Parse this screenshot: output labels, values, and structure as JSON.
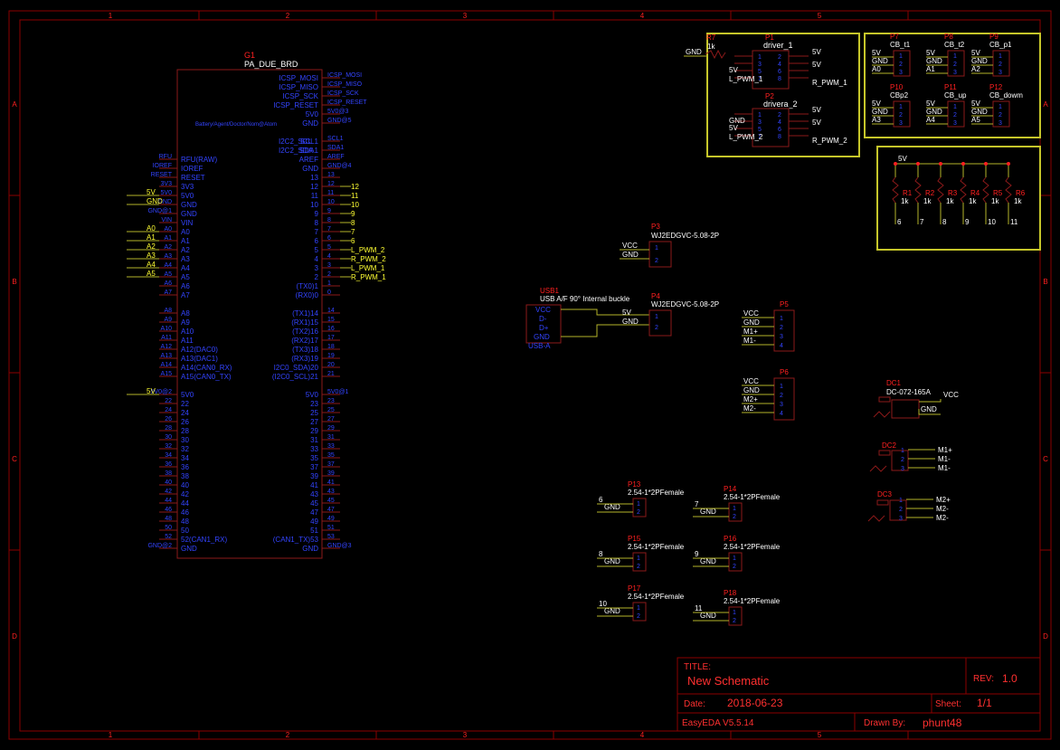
{
  "border": {
    "cols": [
      "1",
      "2",
      "3",
      "4",
      "5"
    ],
    "rows": [
      "A",
      "B",
      "C",
      "D"
    ]
  },
  "title_block": {
    "title_label": "TITLE:",
    "title": "New Schematic",
    "rev_label": "REV:",
    "rev": "1.0",
    "date_label": "Date:",
    "date": "2018-06-23",
    "sheet_label": "Sheet:",
    "sheet": "1/1",
    "tool": "EasyEDA V5.5.14",
    "drawn_label": "Drawn By:",
    "drawn_by": "phunt48"
  },
  "g1": {
    "ref": "G1",
    "value": "PA_DUE_BRD",
    "left_pins": [
      {
        "label": "RFU(RAW)",
        "num": "RFU",
        "net": ""
      },
      {
        "label": "IOREF",
        "num": "IOREF",
        "net": ""
      },
      {
        "label": "RESET",
        "num": "RESET",
        "net": ""
      },
      {
        "label": "3V3",
        "num": "3V3",
        "net": ""
      },
      {
        "label": "5V0",
        "num": "5V0",
        "net": "5V"
      },
      {
        "label": "GND",
        "num": "GND",
        "net": "GND"
      },
      {
        "label": "GND",
        "num": "GND@1",
        "net": ""
      },
      {
        "label": "VIN",
        "num": "VIN",
        "net": ""
      },
      {
        "label": "A0",
        "num": "A0",
        "net": "A0"
      },
      {
        "label": "A1",
        "num": "A1",
        "net": "A1"
      },
      {
        "label": "A2",
        "num": "A2",
        "net": "A2"
      },
      {
        "label": "A3",
        "num": "A3",
        "net": "A3"
      },
      {
        "label": "A4",
        "num": "A4",
        "net": "A4"
      },
      {
        "label": "A5",
        "num": "A5",
        "net": "A5"
      },
      {
        "label": "A6",
        "num": "A6",
        "net": ""
      },
      {
        "label": "A7",
        "num": "A7",
        "net": ""
      }
    ],
    "left_pins2": [
      {
        "label": "A8",
        "num": "A8"
      },
      {
        "label": "A9",
        "num": "A9"
      },
      {
        "label": "A10",
        "num": "A10"
      },
      {
        "label": "A11",
        "num": "A11"
      },
      {
        "label": "A12(DAC0)",
        "num": "A12"
      },
      {
        "label": "A13(DAC1)",
        "num": "A13"
      },
      {
        "label": "A14(CAN0_RX)",
        "num": "A14"
      },
      {
        "label": "A15(CAN0_TX)",
        "num": "A15"
      }
    ],
    "left_pins3": [
      {
        "label": "5V0",
        "num": "5V0@2",
        "net": "5V"
      },
      {
        "label": "22",
        "num": "22",
        "net": ""
      },
      {
        "label": "24",
        "num": "24",
        "net": ""
      },
      {
        "label": "26",
        "num": "26",
        "net": ""
      },
      {
        "label": "28",
        "num": "28",
        "net": ""
      },
      {
        "label": "30",
        "num": "30",
        "net": ""
      },
      {
        "label": "32",
        "num": "32",
        "net": ""
      },
      {
        "label": "34",
        "num": "34",
        "net": ""
      },
      {
        "label": "36",
        "num": "36",
        "net": ""
      },
      {
        "label": "38",
        "num": "38",
        "net": ""
      },
      {
        "label": "40",
        "num": "40",
        "net": ""
      },
      {
        "label": "42",
        "num": "42",
        "net": ""
      },
      {
        "label": "44",
        "num": "44",
        "net": ""
      },
      {
        "label": "46",
        "num": "46",
        "net": ""
      },
      {
        "label": "48",
        "num": "48",
        "net": ""
      },
      {
        "label": "50",
        "num": "50",
        "net": ""
      },
      {
        "label": "52(CAN1_RX)",
        "num": "52",
        "net": ""
      },
      {
        "label": "GND",
        "num": "GND@2",
        "net": ""
      }
    ],
    "right_top": [
      {
        "label": "ICSP_MOSI",
        "num": "ICSP_MOSI"
      },
      {
        "label": "ICSP_MISO",
        "num": "ICSP_MISO"
      },
      {
        "label": "ICSP_SCK",
        "num": "ICSP_SCK"
      },
      {
        "label": "ICSP_RESET",
        "num": "ICSP_RESET"
      },
      {
        "label": "5V0",
        "num": "5V0@3"
      },
      {
        "label": "GND",
        "num": "GND@5"
      }
    ],
    "note": "Battery/Agent/Doctor/Nom@Atom",
    "right_pins": [
      {
        "label": "SCL1",
        "num": "SCL1",
        "net": ""
      },
      {
        "label": "SDA1",
        "num": "SDA1",
        "net": ""
      },
      {
        "label": "AREF",
        "num": "AREF",
        "net": ""
      },
      {
        "label": "GND",
        "num": "GND@4",
        "net": ""
      },
      {
        "label": "13",
        "num": "13",
        "net": ""
      },
      {
        "label": "12",
        "num": "12",
        "net": "12"
      },
      {
        "label": "11",
        "num": "11",
        "net": "11"
      },
      {
        "label": "10",
        "num": "10",
        "net": "10"
      },
      {
        "label": "9",
        "num": "9",
        "net": "9"
      },
      {
        "label": "8",
        "num": "8",
        "net": "8"
      },
      {
        "label": "7",
        "num": "7",
        "net": "7"
      },
      {
        "label": "6",
        "num": "6",
        "net": "6"
      },
      {
        "label": "5",
        "num": "5",
        "net": "L_PWM_2"
      },
      {
        "label": "4",
        "num": "4",
        "net": "R_PWM_2"
      },
      {
        "label": "3",
        "num": "3",
        "net": "L_PWM_1"
      },
      {
        "label": "2",
        "num": "2",
        "net": "R_PWM_1"
      },
      {
        "label": "(TX0)1",
        "num": "1",
        "net": ""
      },
      {
        "label": "(RX0)0",
        "num": "0",
        "net": ""
      }
    ],
    "right_i2c": [
      "I2C2_SCL",
      "I2C2_SDA"
    ],
    "right_pins2": [
      {
        "label": "(TX1)14",
        "num": "14"
      },
      {
        "label": "(RX1)15",
        "num": "15"
      },
      {
        "label": "(TX2)16",
        "num": "16"
      },
      {
        "label": "(RX2)17",
        "num": "17"
      },
      {
        "label": "(TX3)18",
        "num": "18"
      },
      {
        "label": "(RX3)19",
        "num": "19"
      },
      {
        "label": "I2C0_SDA)20",
        "num": "20"
      },
      {
        "label": "(I2C0_SCL)21",
        "num": "21"
      }
    ],
    "right_pins3": [
      {
        "label": "5V0",
        "num": "5V0@1"
      },
      {
        "label": "23",
        "num": "23"
      },
      {
        "label": "25",
        "num": "25"
      },
      {
        "label": "27",
        "num": "27"
      },
      {
        "label": "29",
        "num": "29"
      },
      {
        "label": "31",
        "num": "31"
      },
      {
        "label": "33",
        "num": "33"
      },
      {
        "label": "35",
        "num": "35"
      },
      {
        "label": "37",
        "num": "37"
      },
      {
        "label": "39",
        "num": "39"
      },
      {
        "label": "41",
        "num": "41"
      },
      {
        "label": "43",
        "num": "43"
      },
      {
        "label": "45",
        "num": "45"
      },
      {
        "label": "47",
        "num": "47"
      },
      {
        "label": "49",
        "num": "49"
      },
      {
        "label": "51",
        "num": "51"
      },
      {
        "label": "(CAN1_TX)53",
        "num": "53"
      },
      {
        "label": "GND",
        "num": "GND@3"
      }
    ]
  },
  "drivers": {
    "r7": {
      "ref": "R7",
      "value": "1k",
      "net": "GND"
    },
    "p1": {
      "ref": "P1",
      "value": "driver_1",
      "left_nets": [
        "",
        "5V",
        "L_PWM_1"
      ],
      "right_nets": [
        "5V",
        "5V",
        "R_PWM_1"
      ],
      "pins_left": [
        "1",
        "3",
        "5",
        "7"
      ],
      "pins_right": [
        "2",
        "4",
        "6",
        "8"
      ]
    },
    "p2": {
      "ref": "P2",
      "value": "drivera_2",
      "left_nets": [
        "GND",
        "5V",
        "L_PWM_2"
      ],
      "right_nets": [
        "5V",
        "5V",
        "R_PWM_2"
      ],
      "pins_left": [
        "1",
        "3",
        "5",
        "7"
      ],
      "pins_right": [
        "2",
        "4",
        "6",
        "8"
      ]
    }
  },
  "cb_connectors": [
    {
      "ref": "P7",
      "value": "CB_t1",
      "nets": [
        "5V",
        "GND",
        "A0"
      ]
    },
    {
      "ref": "P8",
      "value": "CB_t2",
      "nets": [
        "5V",
        "GND",
        "A1"
      ]
    },
    {
      "ref": "P9",
      "value": "CB_p1",
      "nets": [
        "5V",
        "GND",
        "A2"
      ]
    },
    {
      "ref": "P10",
      "value": "CBp2",
      "nets": [
        "5V",
        "GND",
        "A3"
      ]
    },
    {
      "ref": "P11",
      "value": "CB_up",
      "nets": [
        "5V",
        "GND",
        "A4"
      ]
    },
    {
      "ref": "P12",
      "value": "CB_dowm",
      "nets": [
        "5V",
        "GND",
        "A5"
      ]
    }
  ],
  "resistors": {
    "net_top": "5V",
    "items": [
      {
        "ref": "R1",
        "value": "1k",
        "net": "6"
      },
      {
        "ref": "R2",
        "value": "1k",
        "net": "7"
      },
      {
        "ref": "R3",
        "value": "1k",
        "net": "8"
      },
      {
        "ref": "R4",
        "value": "1k",
        "net": "9"
      },
      {
        "ref": "R5",
        "value": "1k",
        "net": "10"
      },
      {
        "ref": "R6",
        "value": "1k",
        "net": "11"
      }
    ]
  },
  "p3": {
    "ref": "P3",
    "value": "WJ2EDGVC-5.08-2P",
    "nets": [
      "VCC",
      "GND"
    ]
  },
  "p4": {
    "ref": "P4",
    "value": "WJ2EDGVC-5.08-2P",
    "nets": [
      "5V",
      "GND"
    ]
  },
  "usb1": {
    "ref": "USB1",
    "value": "USB A/F 90° Internal buckle",
    "pins": [
      "VCC",
      "D-",
      "D+",
      "GND"
    ],
    "footer": "USB-A"
  },
  "p5": {
    "ref": "P5",
    "nets": [
      "VCC",
      "GND",
      "M1+",
      "M1-"
    ]
  },
  "p6": {
    "ref": "P6",
    "nets": [
      "VCC",
      "GND",
      "M2+",
      "M2-"
    ]
  },
  "dc1": {
    "ref": "DC1",
    "value": "DC-072-165A",
    "nets": [
      "VCC",
      "GND"
    ]
  },
  "dc2": {
    "ref": "DC2",
    "nets": [
      "M1+",
      "M1-",
      "M1-"
    ]
  },
  "dc3": {
    "ref": "DC3",
    "nets": [
      "M2+",
      "M2-",
      "M2-"
    ]
  },
  "headers": [
    {
      "ref": "P13",
      "value": "2.54-1*2PFemale",
      "nets": [
        "6",
        "GND"
      ]
    },
    {
      "ref": "P14",
      "value": "2.54-1*2PFemale",
      "nets": [
        "7",
        "GND"
      ]
    },
    {
      "ref": "P15",
      "value": "2.54-1*2PFemale",
      "nets": [
        "8",
        "GND"
      ]
    },
    {
      "ref": "P16",
      "value": "2.54-1*2PFemale",
      "nets": [
        "9",
        "GND"
      ]
    },
    {
      "ref": "P17",
      "value": "2.54-1*2PFemale",
      "nets": [
        "10",
        "GND"
      ]
    },
    {
      "ref": "P18",
      "value": "2.54-1*2PFemale",
      "nets": [
        "11",
        "GND"
      ]
    }
  ]
}
